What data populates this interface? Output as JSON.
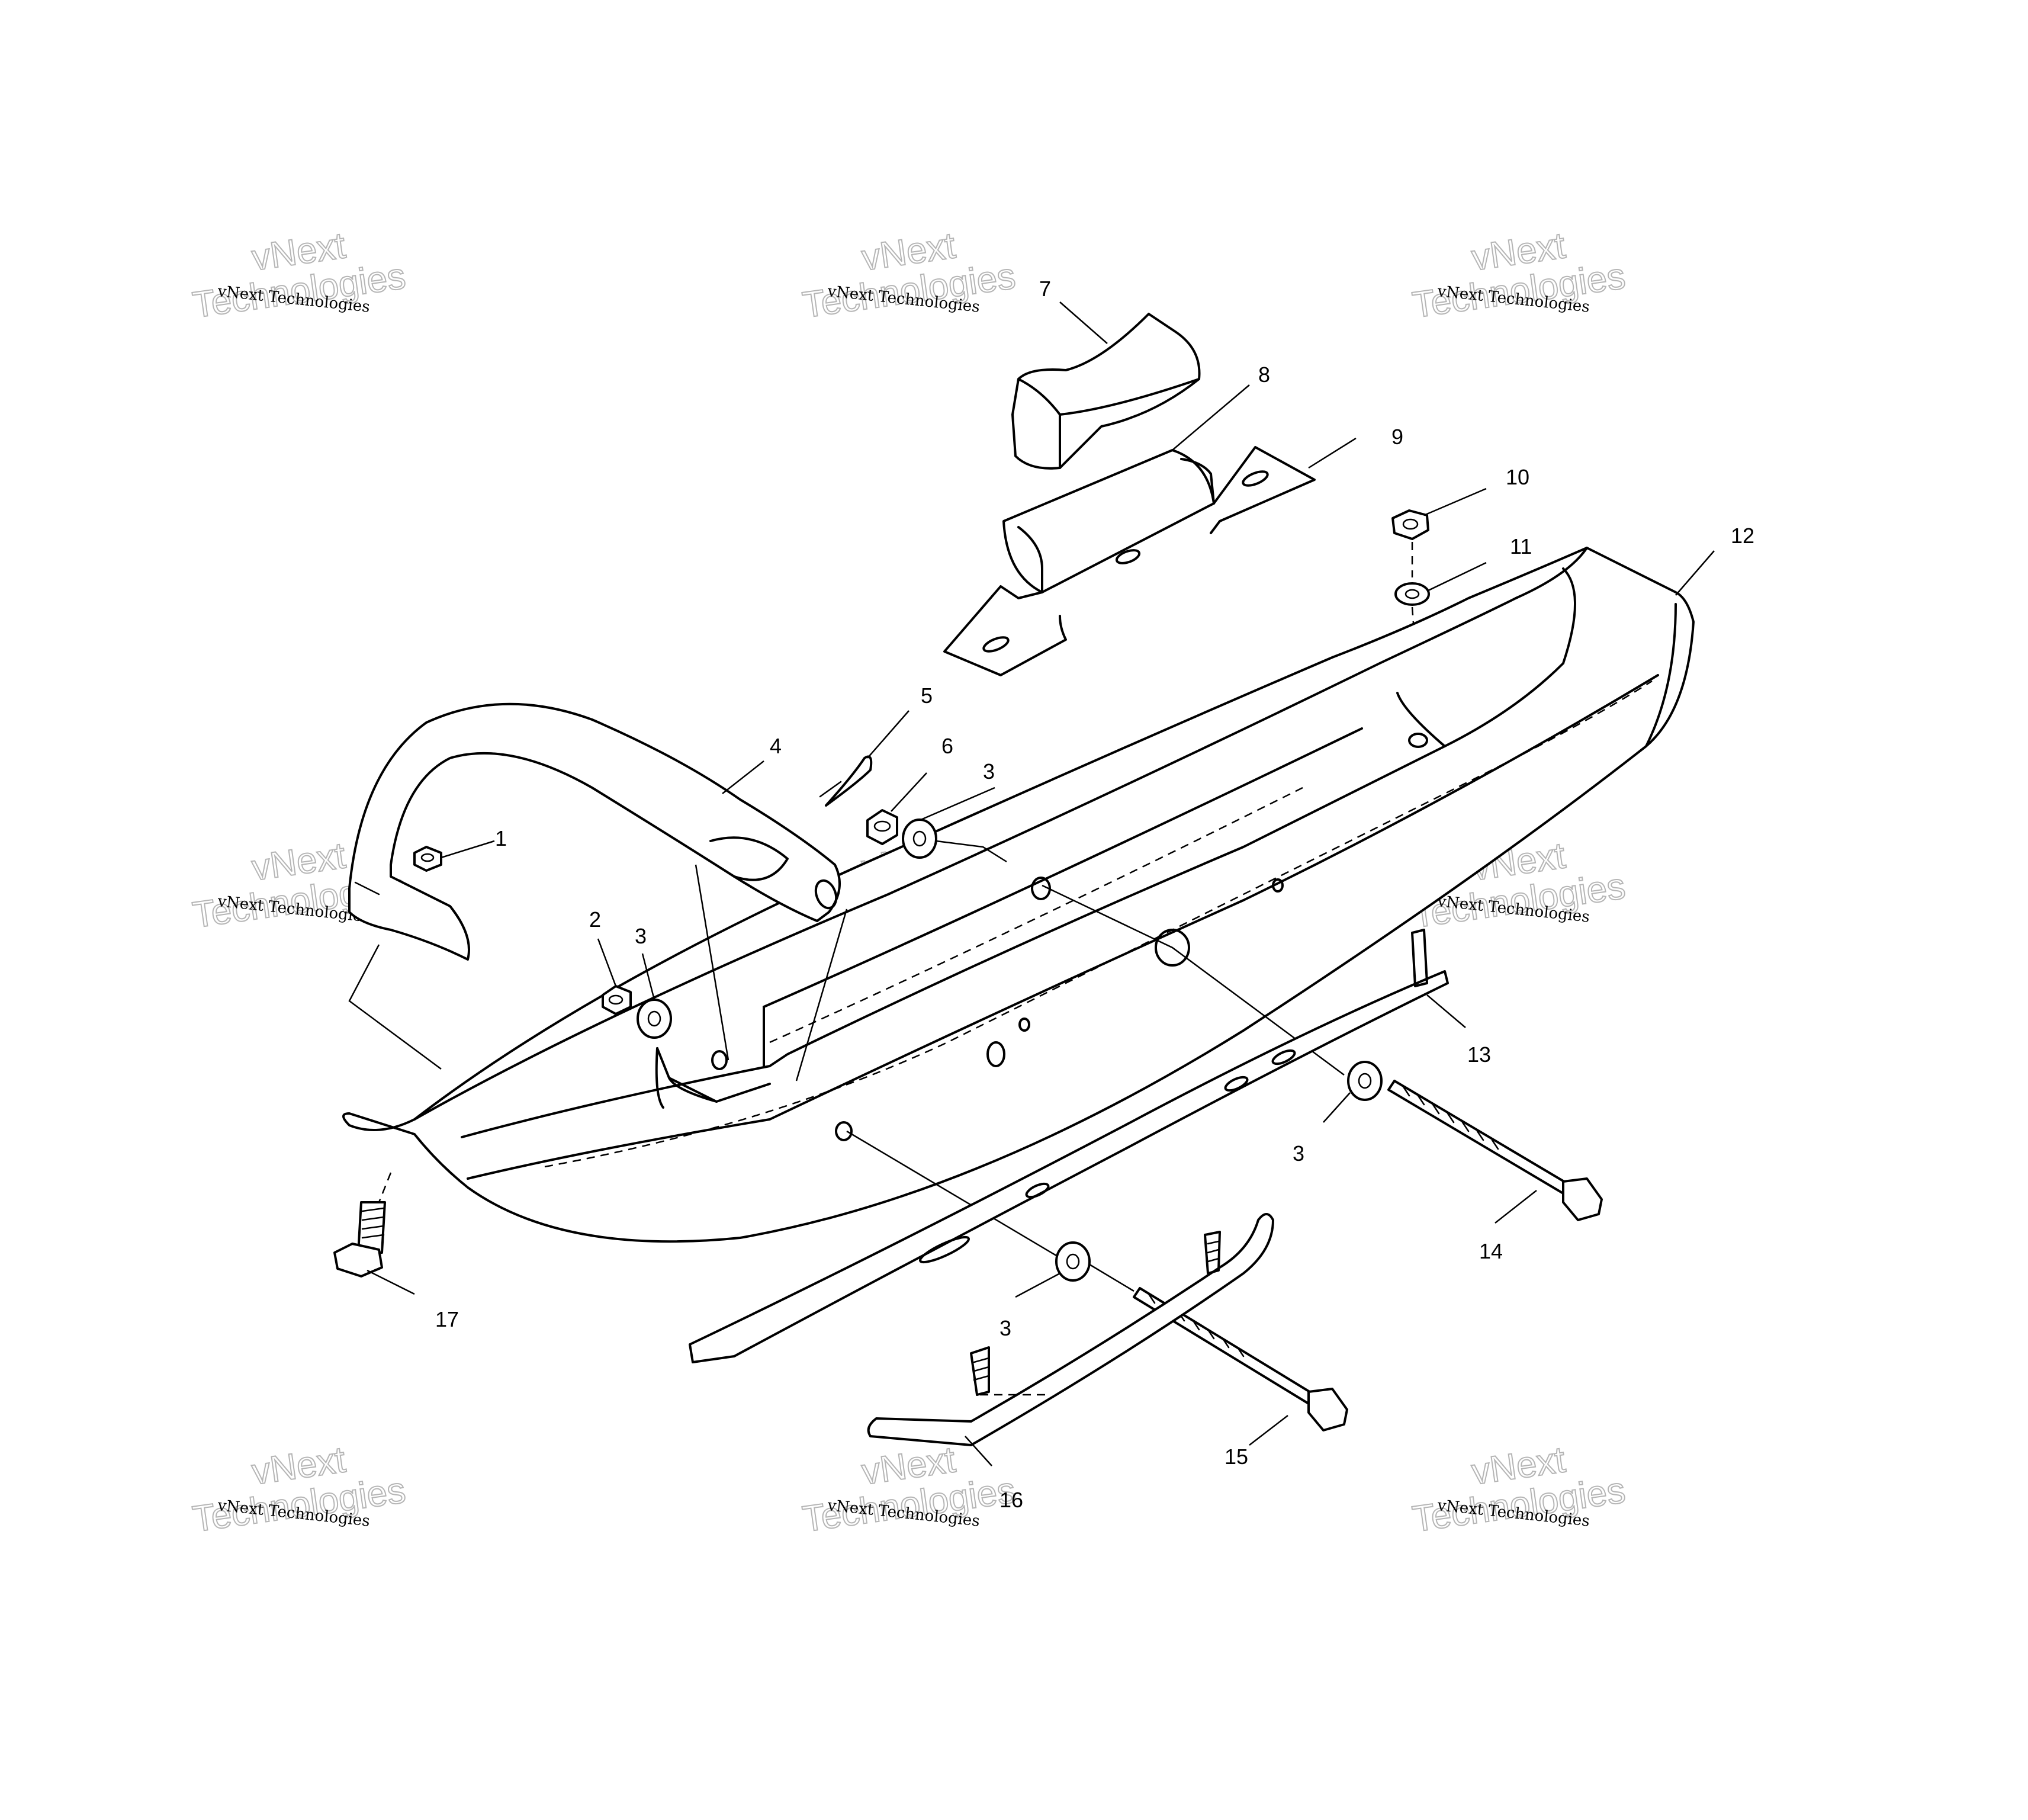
{
  "callouts": [
    {
      "id": "1",
      "label": "1"
    },
    {
      "id": "2",
      "label": "2"
    },
    {
      "id": "3a",
      "label": "3"
    },
    {
      "id": "3b",
      "label": "3"
    },
    {
      "id": "3c",
      "label": "3"
    },
    {
      "id": "3d",
      "label": "3"
    },
    {
      "id": "4",
      "label": "4"
    },
    {
      "id": "5",
      "label": "5"
    },
    {
      "id": "6",
      "label": "6"
    },
    {
      "id": "7",
      "label": "7"
    },
    {
      "id": "8",
      "label": "8"
    },
    {
      "id": "9",
      "label": "9"
    },
    {
      "id": "10",
      "label": "10"
    },
    {
      "id": "11",
      "label": "11"
    },
    {
      "id": "12",
      "label": "12"
    },
    {
      "id": "13",
      "label": "13"
    },
    {
      "id": "14",
      "label": "14"
    },
    {
      "id": "15",
      "label": "15"
    },
    {
      "id": "16",
      "label": "16"
    },
    {
      "id": "17",
      "label": "17"
    }
  ],
  "watermark": {
    "line1": "vNext Technologies",
    "line2": "vNext",
    "line3": "Technologies"
  },
  "colors": {
    "ink": "#000000",
    "watermark_outline": "#b5b5b5",
    "background": "#ffffff"
  }
}
